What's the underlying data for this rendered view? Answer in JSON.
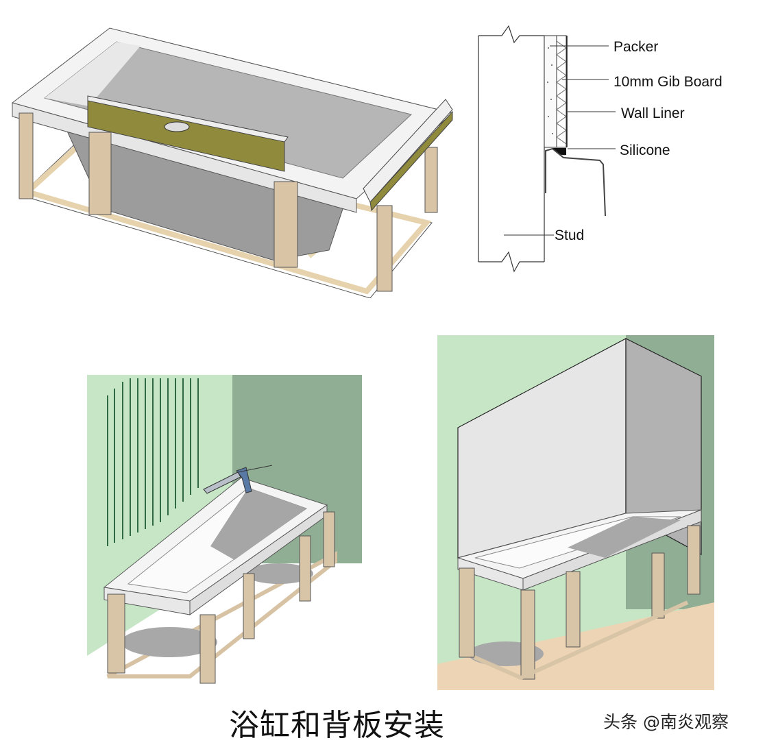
{
  "caption": "浴缸和背板安装",
  "watermark": "头条 @南炎观察",
  "section_diagram": {
    "labels": {
      "packer": "Packer",
      "gib_board": "10mm Gib Board",
      "wall_liner": "Wall Liner",
      "silicone": "Silicone",
      "stud": "Stud"
    }
  },
  "colors": {
    "wall_light_green": "#c6e6c6",
    "wall_dark_green": "#8fae94",
    "timber": "#d8c6a8",
    "bath_white": "#f4f4f4",
    "bath_inner": "#b8b8b8",
    "floor": "#ecd4b4",
    "level_olive": "#8f8a3c"
  }
}
